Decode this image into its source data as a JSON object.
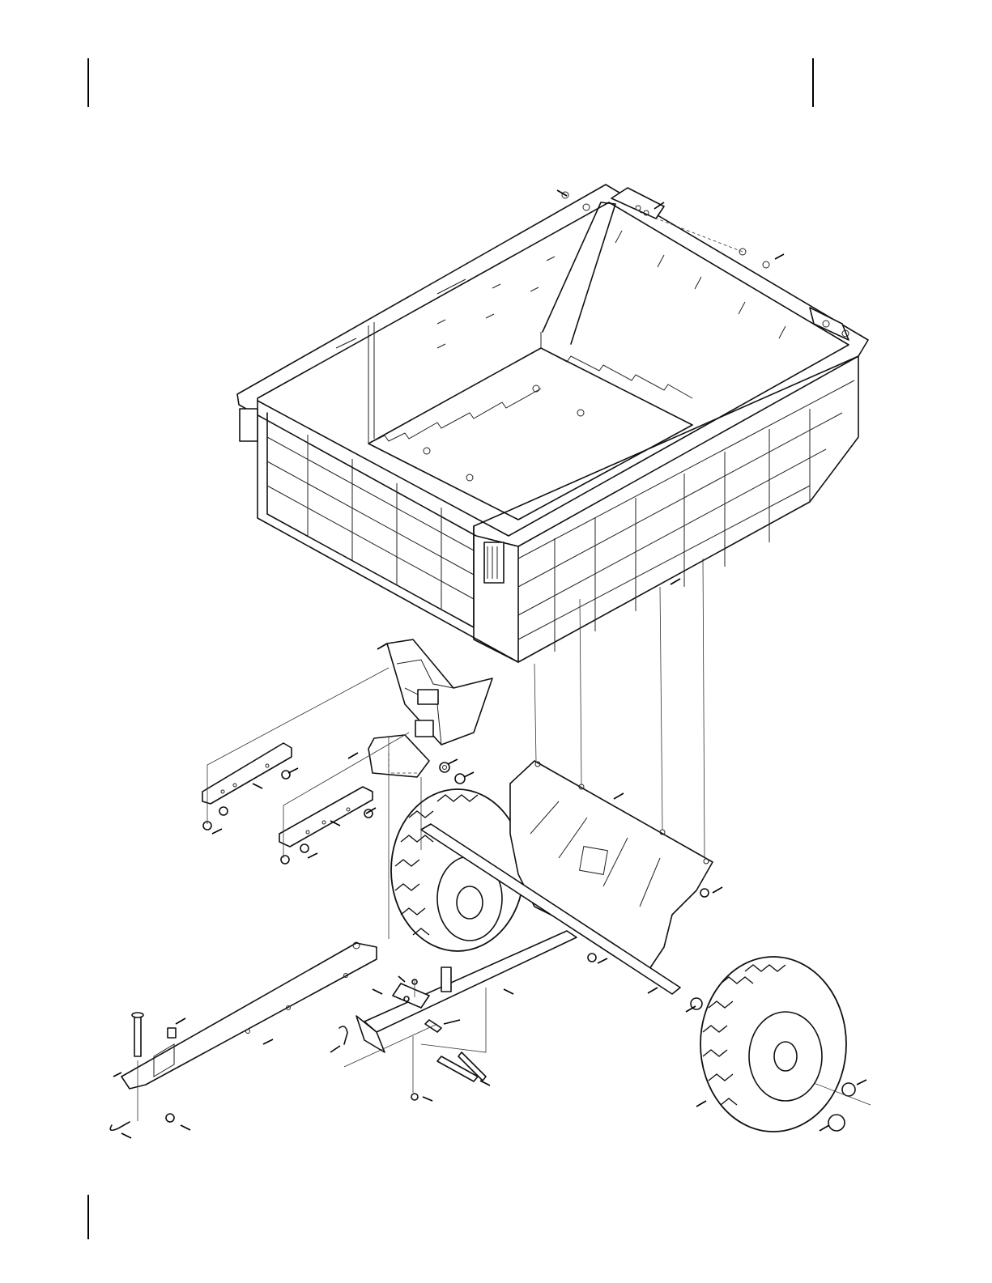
{
  "page": {
    "background": "#ffffff",
    "line_color": "#111111"
  },
  "components": [
    {
      "id": "cart-bed",
      "label": ""
    },
    {
      "id": "bed-pivot-bracket",
      "label": ""
    },
    {
      "id": "dump-latch",
      "label": ""
    },
    {
      "id": "mounting-strap-left",
      "label": ""
    },
    {
      "id": "mounting-strap-right",
      "label": ""
    },
    {
      "id": "axle-support-plate",
      "label": ""
    },
    {
      "id": "left-wheel",
      "label": ""
    },
    {
      "id": "right-wheel",
      "label": ""
    },
    {
      "id": "tongue",
      "label": ""
    },
    {
      "id": "frame-tube",
      "label": ""
    },
    {
      "id": "hitch-pin",
      "label": ""
    },
    {
      "id": "hairpin-clip",
      "label": ""
    }
  ]
}
